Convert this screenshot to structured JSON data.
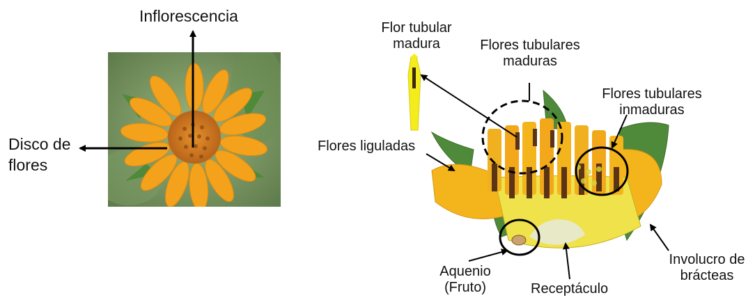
{
  "left_panel": {
    "inflorescence_label": "Inflorescencia",
    "disc_label": "Disco de\nflores"
  },
  "right_panel": {
    "mature_tubular_flower": "Flor tubular\nmadura",
    "mature_tubular_flowers": "Flores tubulares\nmaduras",
    "immature_tubular_flowers": "Flores tubulares\ninmaduras",
    "ligulate_flowers": "Flores liguladas",
    "achene": "Aquenio\n(Fruto)",
    "receptacle": "Receptáculo",
    "involucre": "Involucro de\nbrácteas"
  },
  "colors": {
    "petal": "#f4a21c",
    "disc_center": "#c8741a",
    "bract_green": "#4f8a3a",
    "tubular_yellow": "#f2e21e",
    "dark_band": "#5a3414",
    "background_green": "#7fa064"
  }
}
